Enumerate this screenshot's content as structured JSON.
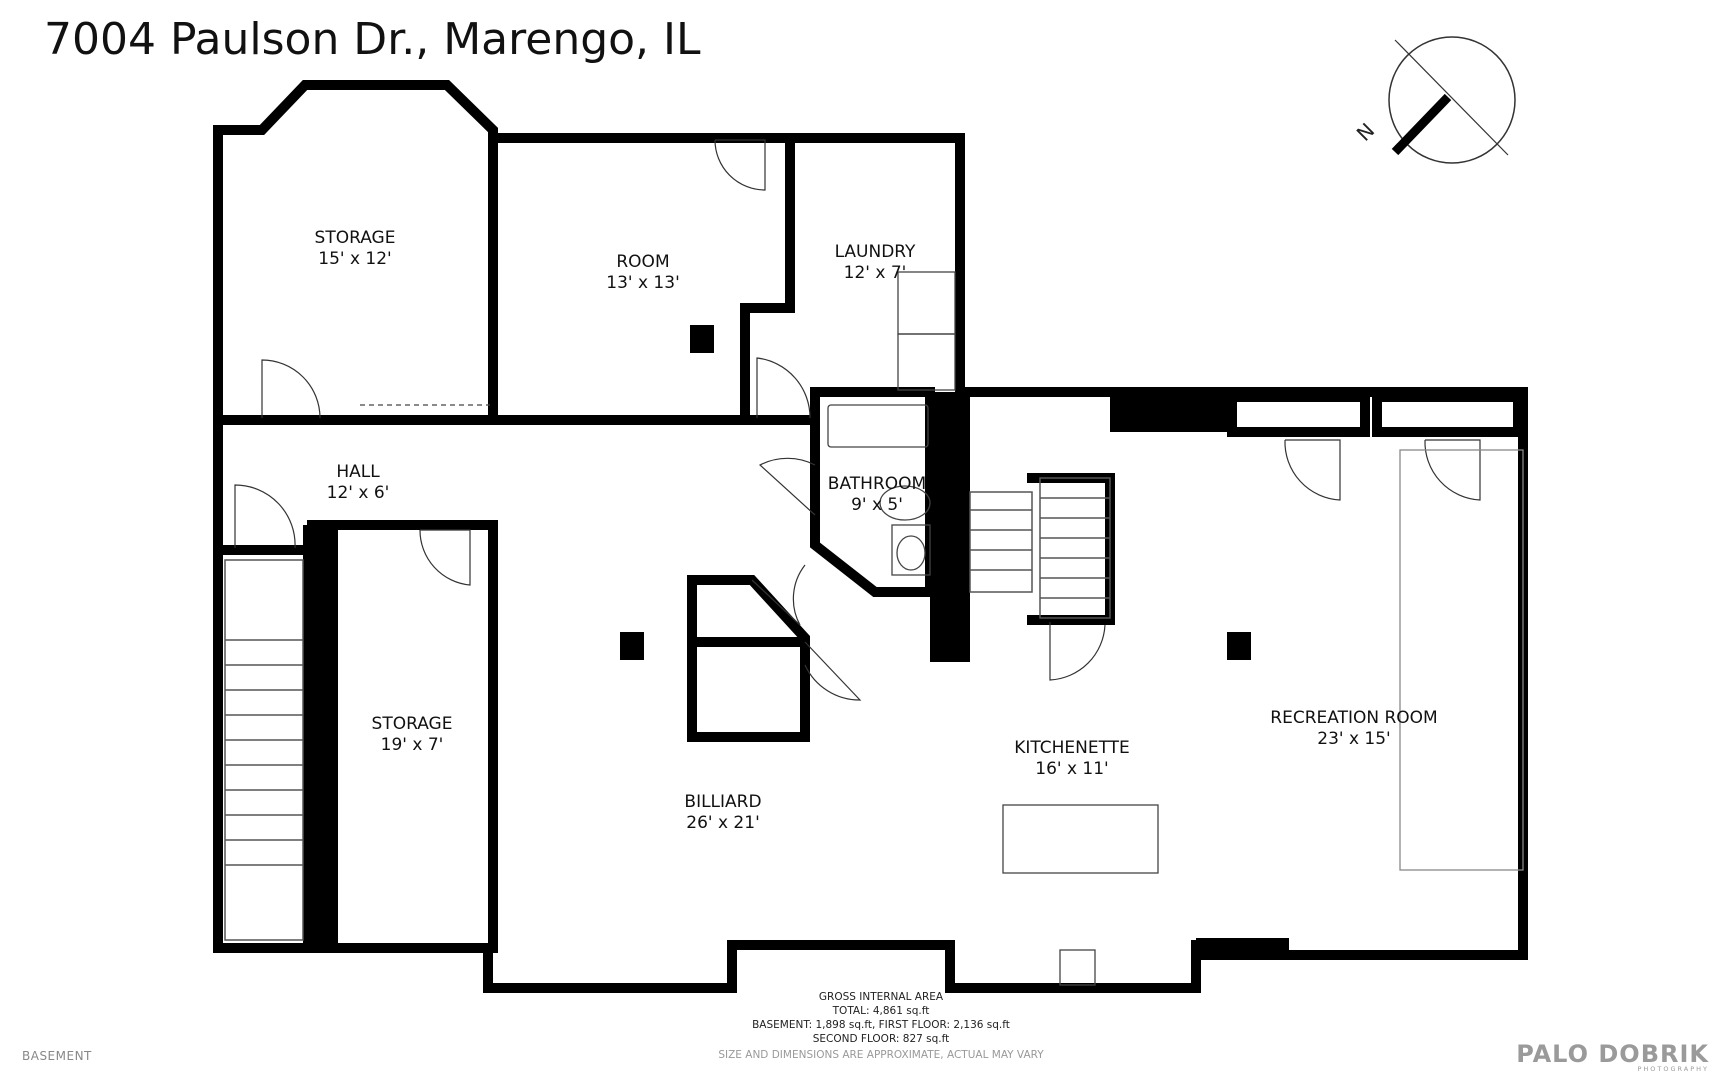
{
  "title": "7004 Paulson Dr., Marengo, IL",
  "compass": {
    "north_label": "N"
  },
  "rooms": [
    {
      "name": "STORAGE",
      "dims": "15' x 12'"
    },
    {
      "name": "ROOM",
      "dims": "13' x 13'"
    },
    {
      "name": "LAUNDRY",
      "dims": "12' x 7'"
    },
    {
      "name": "HALL",
      "dims": "12' x 6'"
    },
    {
      "name": "BATHROOM",
      "dims": "9' x 5'"
    },
    {
      "name": "STORAGE",
      "dims": "19' x 7'"
    },
    {
      "name": "BILLIARD",
      "dims": "26' x 21'"
    },
    {
      "name": "KITCHENETTE",
      "dims": "16' x 11'"
    },
    {
      "name": "RECREATION ROOM",
      "dims": "23' x 15'"
    }
  ],
  "area_summary": {
    "heading": "GROSS INTERNAL AREA",
    "total": "TOTAL: 4,861 sq.ft",
    "basement_first": "BASEMENT: 1,898 sq.ft, FIRST FLOOR: 2,136 sq.ft",
    "second": "SECOND FLOOR: 827 sq.ft"
  },
  "level_label": "BASEMENT",
  "disclaimer": "SIZE AND DIMENSIONS ARE APPROXIMATE, ACTUAL MAY VARY",
  "brand": {
    "name": "PALO DOBRIK",
    "sub": "PHOTOGRAPHY"
  },
  "colors": {
    "wall": "#000000",
    "background": "#ffffff",
    "fixture": "#444444"
  }
}
